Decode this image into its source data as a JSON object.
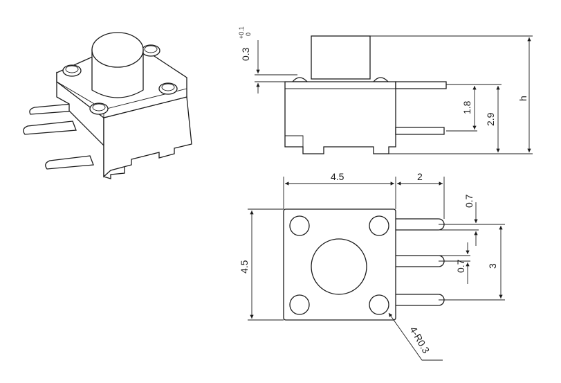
{
  "dimensions": {
    "pressing_height_label": "0.3",
    "tolerance_upper": "+0.1",
    "tolerance_lower": "0",
    "height_label": "h",
    "pin_height_1": "1.8",
    "pin_height_2": "2.9",
    "body_width": "4.5",
    "pin_extension": "2",
    "pin_width_top": "0.7",
    "pin_width_mid": "0.7",
    "pin_pitch": "3",
    "body_height": "4.5",
    "corner_radius": "4-R0.3"
  }
}
